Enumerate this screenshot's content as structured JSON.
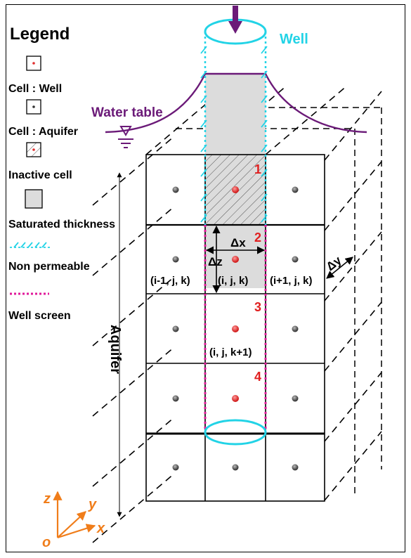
{
  "legend": {
    "title": "Legend",
    "items": [
      {
        "label": "Cell : Well",
        "icon": "cell-well-icon"
      },
      {
        "label": "Cell : Aquifer",
        "icon": "cell-aquifer-icon"
      },
      {
        "label": "Inactive cell",
        "icon": "inactive-cell-icon"
      },
      {
        "label": "Saturated thickness",
        "icon": "saturated-thickness-icon"
      },
      {
        "label": "Non  permeable",
        "icon": "non-permeable-icon"
      },
      {
        "label": "Well screen",
        "icon": "well-screen-icon"
      }
    ]
  },
  "labels": {
    "well": "Well",
    "water_table": "Water table",
    "aquifer": "Aquifer",
    "dx": "Δx",
    "dy": "Δy",
    "dz": "Δz"
  },
  "cell_indices": {
    "left": "(i-1, j, k)",
    "center": "(i, j, k)",
    "right": "(i+1, j, k)",
    "below": "(i, j, k+1)"
  },
  "well_cells": [
    "1",
    "2",
    "3",
    "4"
  ],
  "axes": {
    "z": "z",
    "y": "y",
    "x": "x",
    "origin": "o"
  },
  "colors": {
    "well": "#22d3e6",
    "water_table": "#6b1a78",
    "well_screen": "#e0199a",
    "saturated": "#dcdcdc",
    "axis": "#f07d1a",
    "cell_number": "#e02020",
    "well_node": "#e03030",
    "aquifer_node": "#555555"
  }
}
